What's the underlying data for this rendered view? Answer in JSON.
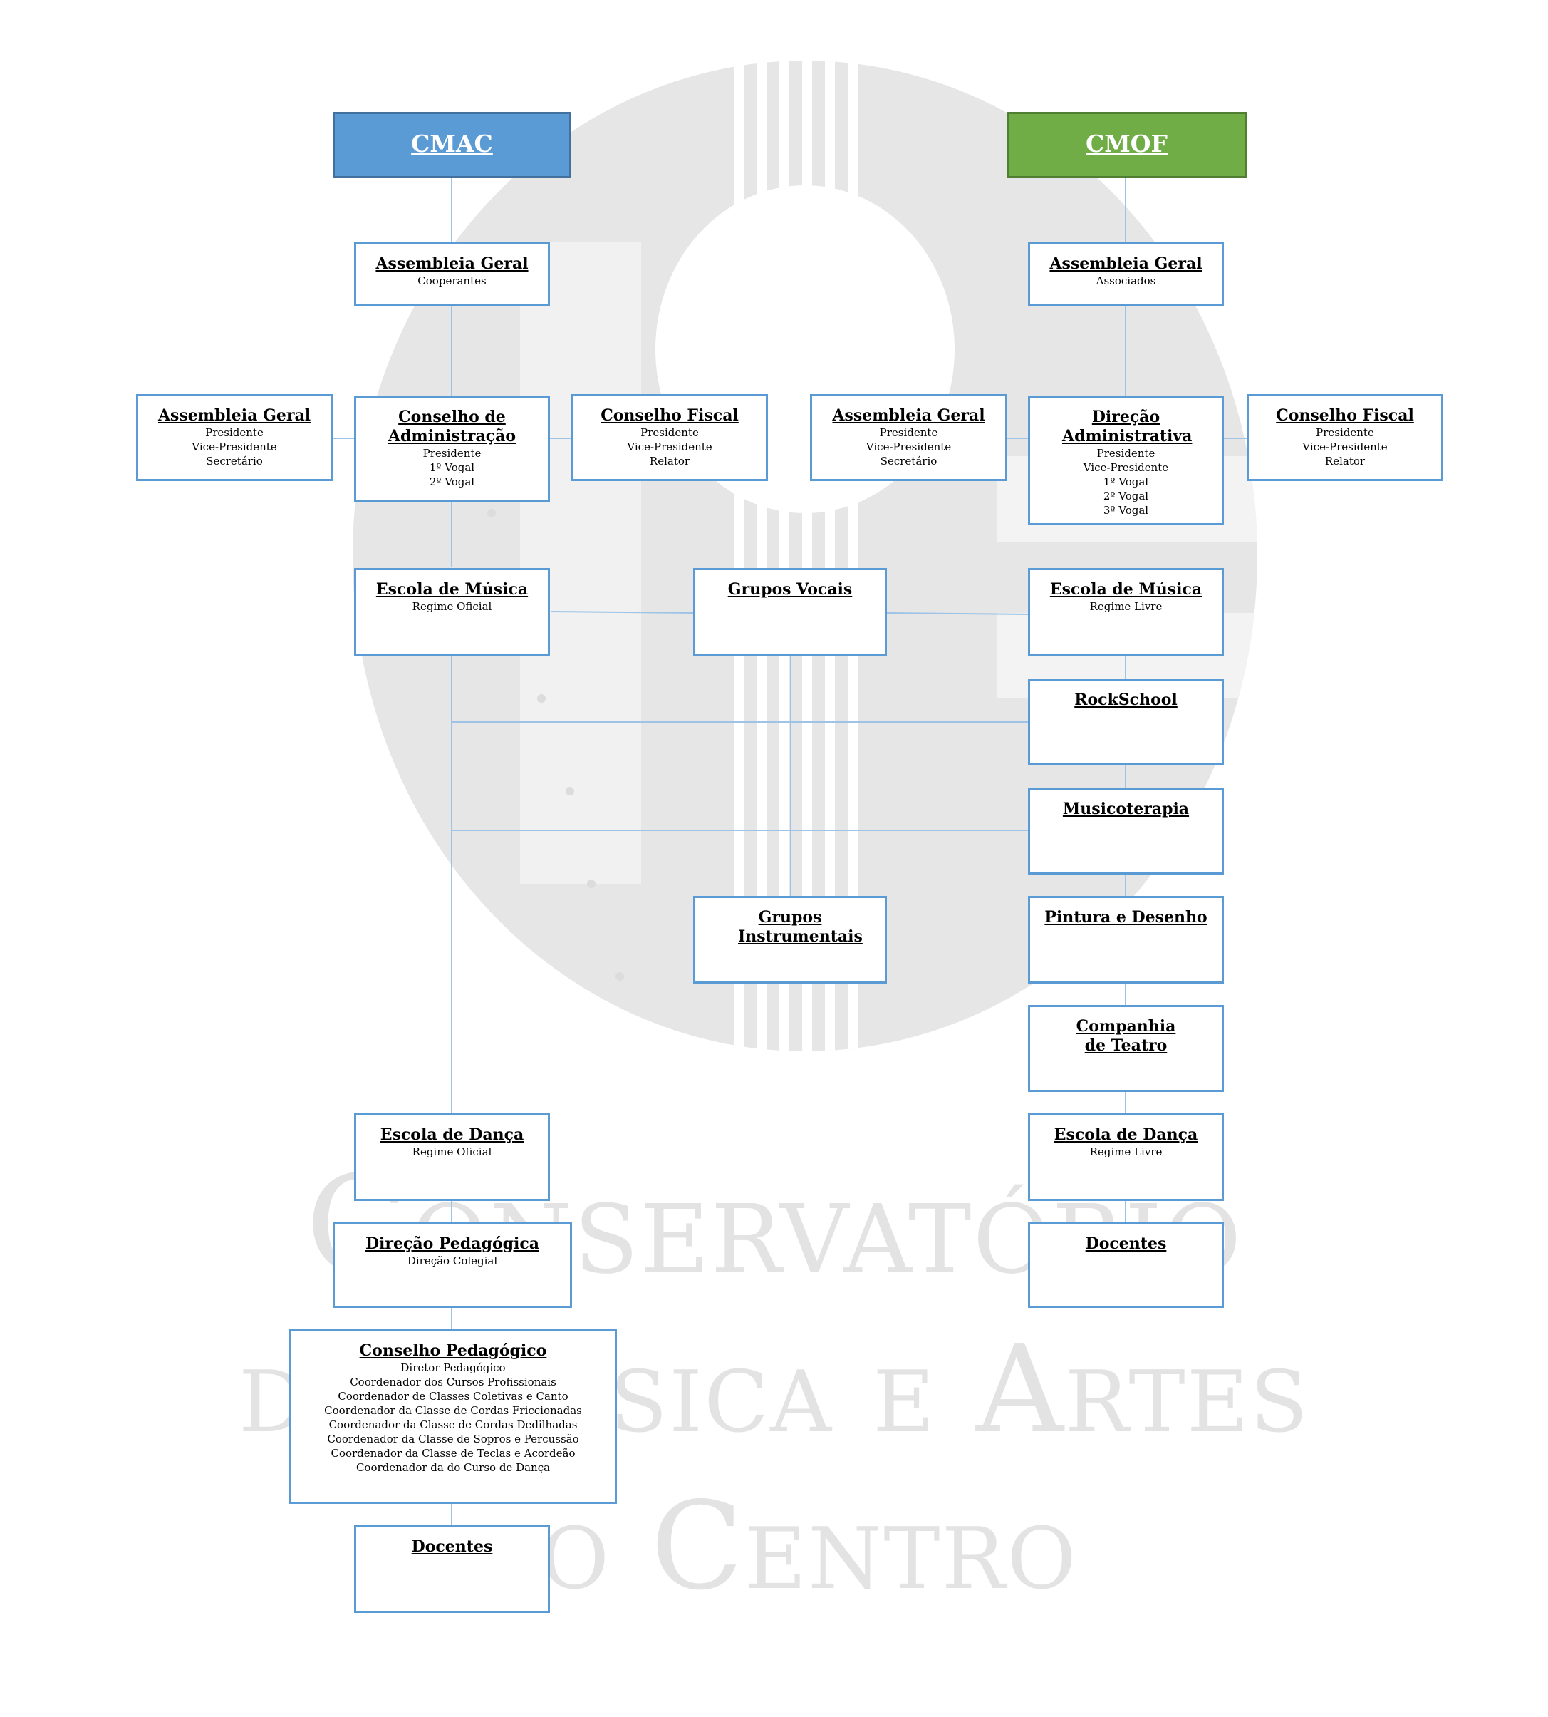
{
  "colors": {
    "cmac_fill": "#5b9bd5",
    "cmof_fill": "#70ad47",
    "box_border": "#5b9bd5",
    "connector": "#9dc3e6",
    "watermark": "#e3e3e3"
  },
  "watermark": {
    "line1": "Conservatório",
    "line2": "de Música e Artes",
    "line3": "do Centro"
  },
  "cmac": {
    "header": "CMAC",
    "assembleia": {
      "title": "Assembleia Geral",
      "lines": [
        "Cooperantes"
      ]
    },
    "mesa": {
      "title": "Assembleia Geral",
      "lines": [
        "Presidente",
        "Vice-Presidente",
        "Secretário"
      ]
    },
    "conselho_admin": {
      "title": "Conselho de Administração",
      "lines": [
        "Presidente",
        "1º Vogal",
        "2º Vogal"
      ]
    },
    "conselho_fiscal": {
      "title": "Conselho Fiscal",
      "lines": [
        "Presidente",
        "Vice-Presidente",
        "Relator"
      ]
    },
    "escola_musica": {
      "title": "Escola de Música",
      "lines": [
        "Regime Oficial"
      ]
    },
    "escola_danca": {
      "title": "Escola de Dança",
      "lines": [
        "Regime Oficial"
      ]
    },
    "direcao_pedagogica": {
      "title": "Direção Pedagógica",
      "lines": [
        "Direção Colegial"
      ]
    },
    "conselho_pedagogico": {
      "title": "Conselho Pedagógico",
      "lines": [
        "Diretor Pedagógico",
        "Coordenador dos Cursos Profissionais",
        "Coordenador de Classes Coletivas e Canto",
        "Coordenador da Classe de Cordas Friccionadas",
        "Coordenador da Classe de Cordas Dedilhadas",
        "Coordenador da Classe de Sopros e Percussão",
        "Coordenador da Classe de Teclas e Acordeão",
        "Coordenador da do Curso de Dança"
      ]
    },
    "docentes": {
      "title": "Docentes",
      "lines": []
    }
  },
  "shared": {
    "grupos_vocais": {
      "title": "Grupos Vocais",
      "lines": []
    },
    "grupos_instrumentais": {
      "title": "Grupos Instrumentais",
      "lines": []
    }
  },
  "cmof": {
    "header": "CMOF",
    "assembleia": {
      "title": "Assembleia Geral",
      "lines": [
        "Associados"
      ]
    },
    "mesa": {
      "title": "Assembleia Geral",
      "lines": [
        "Presidente",
        "Vice-Presidente",
        "Secretário"
      ]
    },
    "direcao_admin": {
      "title": "Direção Administrativa",
      "lines": [
        "Presidente",
        "Vice-Presidente",
        "1º Vogal",
        "2º Vogal",
        "3º Vogal"
      ]
    },
    "conselho_fiscal": {
      "title": "Conselho Fiscal",
      "lines": [
        "Presidente",
        "Vice-Presidente",
        "Relator"
      ]
    },
    "escola_musica": {
      "title": "Escola de Música",
      "lines": [
        "Regime Livre"
      ]
    },
    "rockschool": {
      "title": "RockSchool",
      "lines": []
    },
    "musicoterapia": {
      "title": "Musicoterapia",
      "lines": []
    },
    "pintura": {
      "title": "Pintura e Desenho",
      "lines": []
    },
    "teatro": {
      "title": "Companhia de Teatro",
      "lines": []
    },
    "escola_danca": {
      "title": "Escola de Dança",
      "lines": [
        "Regime Livre"
      ]
    },
    "docentes": {
      "title": "Docentes",
      "lines": []
    }
  }
}
